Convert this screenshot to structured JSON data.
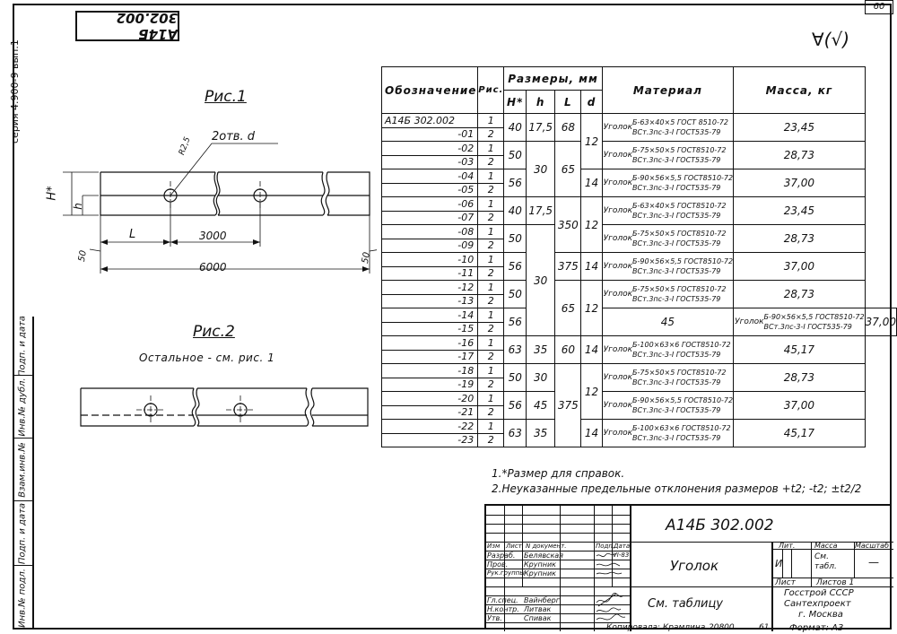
{
  "sheet_number": "60",
  "top_stamp": "А14Б 302.002",
  "series_text": "серия 4.900-9 вып.1",
  "roughness_mark": "∀(√)",
  "left_strip": [
    "Инв.№ подл.",
    "Подп. и дата",
    "Взам.инв.№",
    "Инв.№ дубл.",
    "Подп. и дата"
  ],
  "fig1": {
    "title": "Рис.1",
    "holes_label": "2отв. d",
    "radius_label": "R2,5",
    "h_star": "H*",
    "h": "h",
    "dim_L": "L",
    "dim_3000": "3000",
    "dim_6000": "6000",
    "dim_50_left": "50",
    "dim_50_right": "50"
  },
  "fig2": {
    "title": "Рис.2",
    "note": "Остальное - см. рис. 1"
  },
  "table": {
    "headers": {
      "designation": "Обозначение",
      "fig": "Рис.",
      "dimensions": "Размеры, мм",
      "H": "H*",
      "h": "h",
      "L": "L",
      "d": "d",
      "material": "Материал",
      "mass": "Масса, кг"
    },
    "rows": [
      {
        "des": "А14Б 302.002",
        "fig": "1"
      },
      {
        "des": "-01",
        "fig": "2"
      },
      {
        "des": "-02",
        "fig": "1"
      },
      {
        "des": "-03",
        "fig": "2"
      },
      {
        "des": "-04",
        "fig": "1"
      },
      {
        "des": "-05",
        "fig": "2"
      },
      {
        "des": "-06",
        "fig": "1"
      },
      {
        "des": "-07",
        "fig": "2"
      },
      {
        "des": "-08",
        "fig": "1"
      },
      {
        "des": "-09",
        "fig": "2"
      },
      {
        "des": "-10",
        "fig": "1"
      },
      {
        "des": "-11",
        "fig": "2"
      },
      {
        "des": "-12",
        "fig": "1"
      },
      {
        "des": "-13",
        "fig": "2"
      },
      {
        "des": "-14",
        "fig": "1"
      },
      {
        "des": "-15",
        "fig": "2"
      },
      {
        "des": "-16",
        "fig": "1"
      },
      {
        "des": "-17",
        "fig": "2"
      },
      {
        "des": "-18",
        "fig": "1"
      },
      {
        "des": "-19",
        "fig": "2"
      },
      {
        "des": "-20",
        "fig": "1"
      },
      {
        "des": "-21",
        "fig": "2"
      },
      {
        "des": "-22",
        "fig": "1"
      },
      {
        "des": "-23",
        "fig": "2"
      }
    ],
    "H_values": [
      "40",
      "50",
      "56",
      "40",
      "50",
      "56",
      "50",
      "56",
      "63",
      "50",
      "56",
      "63"
    ],
    "h_values": [
      "17,5",
      "30",
      "17,5",
      "30",
      "45",
      "35",
      "30",
      "45",
      "35"
    ],
    "L_values": [
      "68",
      "65",
      "350",
      "375",
      "65",
      "60",
      "375"
    ],
    "d_values": [
      "12",
      "14",
      "12",
      "14",
      "12",
      "14",
      "12",
      "14"
    ],
    "materials": [
      {
        "kind": "Уголок",
        "line1": "Б-63×40×5 ГОСТ 8510-72",
        "line2": "ВСт.3пс-3-I ГОСТ535-79",
        "mass": "23,45"
      },
      {
        "kind": "Уголок",
        "line1": "Б-75×50×5 ГОСТ8510-72",
        "line2": "ВСт.3пс-3-I ГОСТ535-79",
        "mass": "28,73"
      },
      {
        "kind": "Уголок",
        "line1": "Б-90×56×5,5 ГОСТ8510-72",
        "line2": "ВСт.3пс-3-I ГОСТ535-79",
        "mass": "37,00"
      },
      {
        "kind": "Уголок",
        "line1": "Б-63×40×5 ГОСТ8510-72",
        "line2": "ВСт.3пс-3-I ГОСТ535-79",
        "mass": "23,45"
      },
      {
        "kind": "Уголок",
        "line1": "Б-75×50×5 ГОСТ8510-72",
        "line2": "ВСт.3пс-3-I ГОСТ535-79",
        "mass": "28,73"
      },
      {
        "kind": "Уголок",
        "line1": "Б-90×56×5,5 ГОСТ8510-72",
        "line2": "ВСт.3пс-3-I ГОСТ535-79",
        "mass": "37,00"
      },
      {
        "kind": "Уголок",
        "line1": "Б-75×50×5 ГОСТ8510-72",
        "line2": "ВСт.3пс-3-I ГОСТ535-79",
        "mass": "28,73"
      },
      {
        "kind": "Уголок",
        "line1": "Б-90×56×5,5 ГОСТ8510-72",
        "line2": "ВСт.3пс-3-I ГОСТ535-79",
        "mass": "37,00"
      },
      {
        "kind": "Уголок",
        "line1": "Б-100×63×6 ГОСТ8510-72",
        "line2": "ВСт.3пс-3-I ГОСТ535-79",
        "mass": "45,17"
      },
      {
        "kind": "Уголок",
        "line1": "Б-75×50×5 ГОСТ8510-72",
        "line2": "ВСт.3пс-3-I ГОСТ535-79",
        "mass": "28,73"
      },
      {
        "kind": "Уголок",
        "line1": "Б-90×56×5,5 ГОСТ8510-72",
        "line2": "ВСт.3пс-3-I ГОСТ535-79",
        "mass": "37,00"
      },
      {
        "kind": "Уголок",
        "line1": "Б-100×63×6 ГОСТ8510-72",
        "line2": "ВСт.3пс-3-I ГОСТ535-79",
        "mass": "45,17"
      }
    ]
  },
  "notes": [
    "1.*Размер для справок.",
    "2.Неуказанные предельные отклонения размеров +t2; -t2; ±t2/2"
  ],
  "title_block": {
    "doc_code": "А14Б 302.002",
    "col_headers": [
      "Изм",
      "Лист",
      "N документ.",
      "Подп.",
      "Дата"
    ],
    "roles": [
      "Разраб.",
      "Пров.",
      "Рук.группы",
      "Гл.спец.",
      "Н.контр.",
      "Утв."
    ],
    "names": [
      "Белявская",
      "Крупник",
      "Крупник",
      "Вайнберг",
      "Литвак",
      "Спивак"
    ],
    "date": "VI-83",
    "item_name": "Уголок",
    "stage_label": "Лит.",
    "stage_value": "И",
    "mass_label": "Масса",
    "mass_value": "См. табл.",
    "scale_label": "Масштаб",
    "scale_value": "—",
    "sheet_label": "Лист",
    "sheets_label": "Листов 1",
    "material": "См. таблицу",
    "org_line1": "Госстрой СССР",
    "org_line2": "Сантехпроект",
    "org_line3": "г. Москва"
  },
  "footer": {
    "copied_by": "Копировала: Крамлина",
    "order_no": "20800",
    "sheet_index": "61",
    "format": "Формат: А3"
  }
}
